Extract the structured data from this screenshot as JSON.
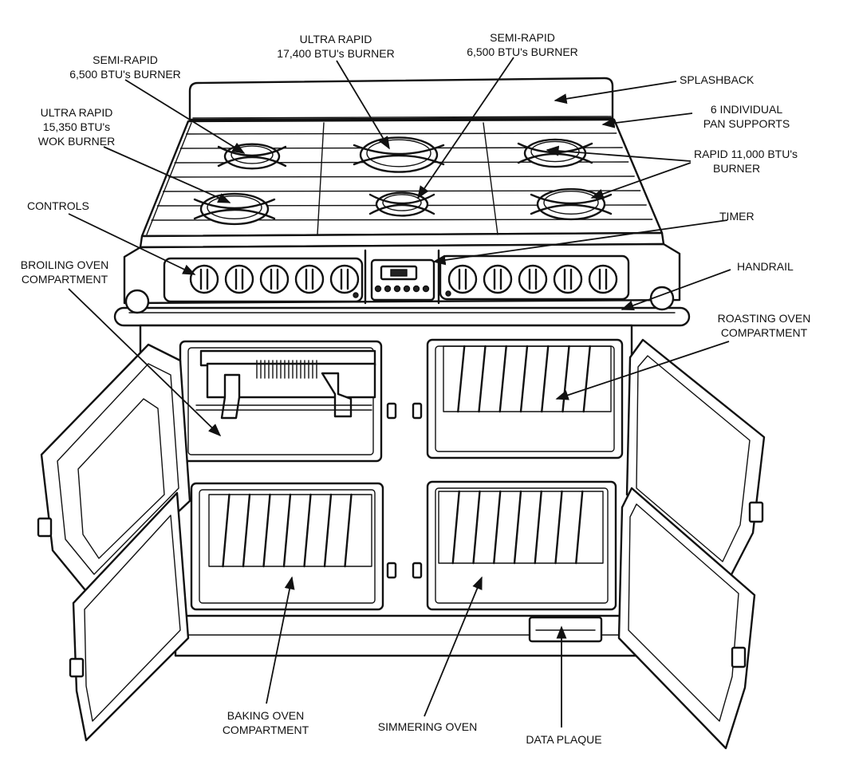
{
  "labels": {
    "semi_rapid_left": [
      "SEMI-RAPID",
      "6,500 BTU's BURNER"
    ],
    "ultra_rapid_center": [
      "ULTRA RAPID",
      "17,400 BTU's BURNER"
    ],
    "semi_rapid_right": [
      "SEMI-RAPID",
      "6,500 BTU's BURNER"
    ],
    "ultra_rapid_wok": [
      "ULTRA RAPID",
      "15,350 BTU's",
      "WOK BURNER"
    ],
    "splashback": [
      "SPLASHBACK"
    ],
    "pan_supports": [
      "6 INDIVIDUAL",
      "PAN SUPPORTS"
    ],
    "rapid_burner": [
      "RAPID 11,000 BTU's",
      "BURNER"
    ],
    "controls": [
      "CONTROLS"
    ],
    "timer": [
      "TIMER"
    ],
    "broiling_oven": [
      "BROILING OVEN",
      "COMPARTMENT"
    ],
    "handrail": [
      "HANDRAIL"
    ],
    "roasting_oven": [
      "ROASTING OVEN",
      "COMPARTMENT"
    ],
    "baking_oven": [
      "BAKING OVEN",
      "COMPARTMENT"
    ],
    "simmering_oven": [
      "SIMMERING OVEN"
    ],
    "data_plaque": [
      "DATA PLAQUE"
    ]
  },
  "colors": {
    "ink": "#111111",
    "paper": "#ffffff"
  }
}
